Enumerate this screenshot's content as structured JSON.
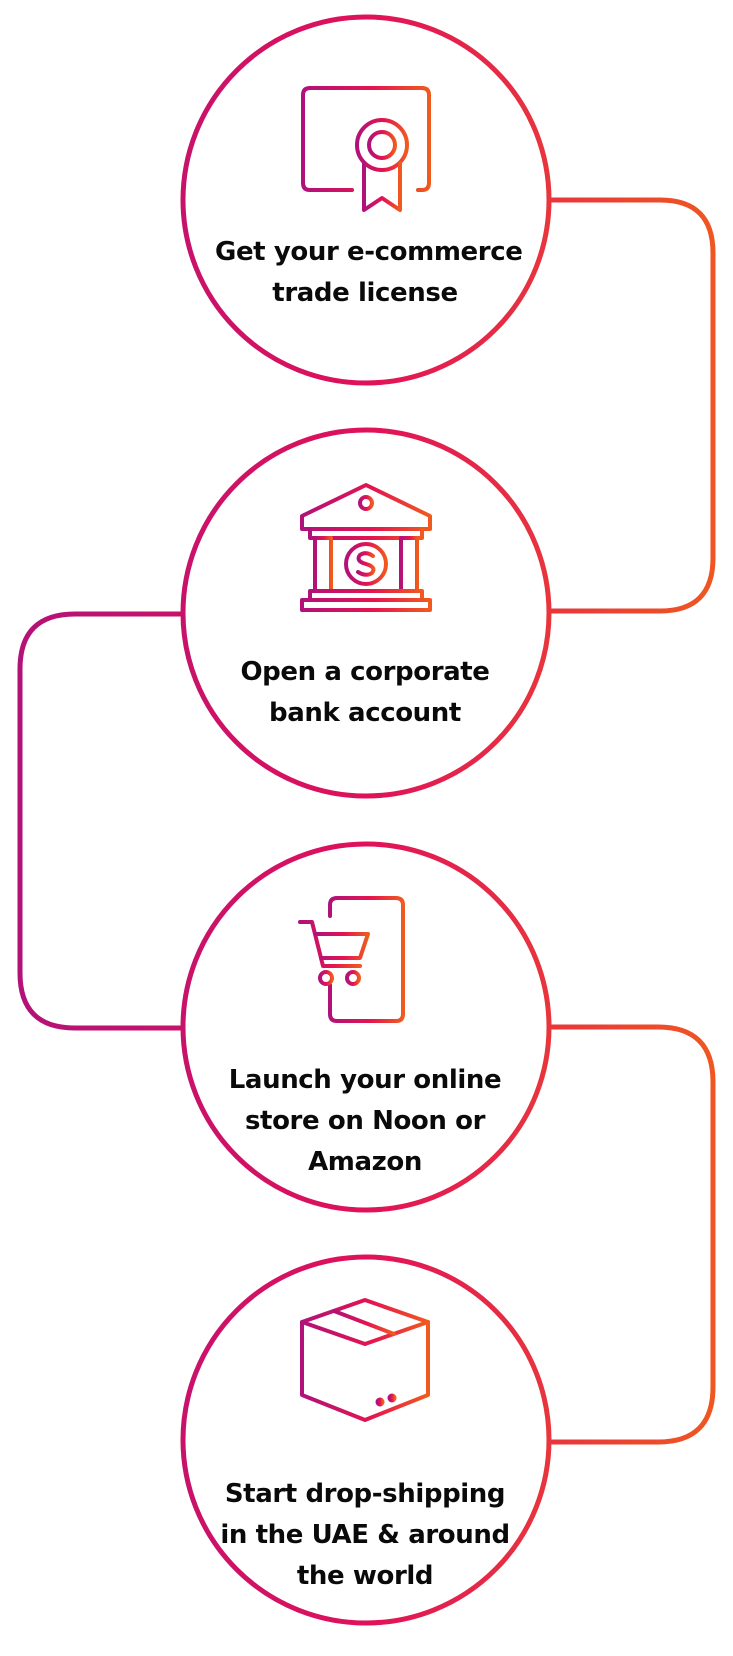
{
  "colors": {
    "gradient_start": "#b0127a",
    "gradient_mid": "#e0115a",
    "gradient_end": "#f05a1e",
    "text": "#0a0a0a",
    "background": "#ffffff"
  },
  "steps": [
    {
      "icon": "certificate-icon",
      "lines": [
        "Get your e-commerce",
        "trade license"
      ]
    },
    {
      "icon": "bank-icon",
      "lines": [
        "Open a corporate",
        "bank account"
      ]
    },
    {
      "icon": "mobile-shopping-cart-icon",
      "lines": [
        "Launch your online",
        "store on Noon or",
        "Amazon"
      ]
    },
    {
      "icon": "shipping-box-icon",
      "lines": [
        "Start drop-shipping",
        "in the UAE & around",
        "the world"
      ]
    }
  ]
}
